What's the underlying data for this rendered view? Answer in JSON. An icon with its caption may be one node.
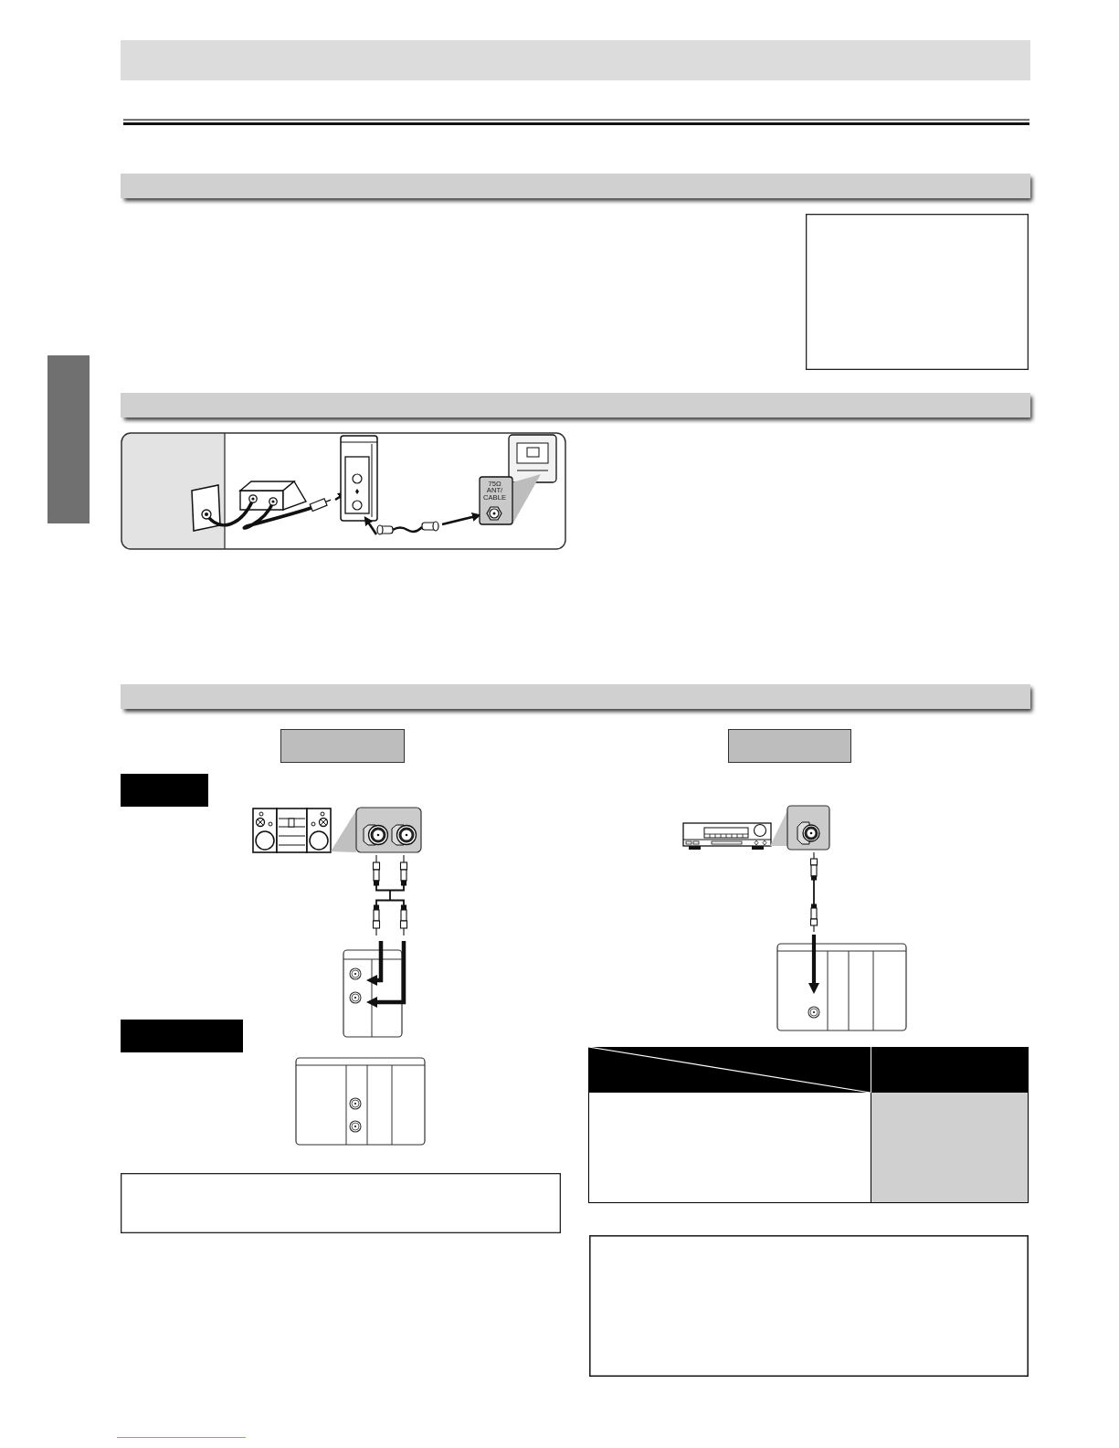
{
  "diagram": {
    "nodes": [
      {
        "text": [],
        "shape": "box"
      },
      {
        "text": [],
        "shape": "box"
      },
      {
        "text": [],
        "shape": "box"
      },
      {
        "text": [],
        "shape": "box"
      },
      {
        "text": [],
        "shape": "box"
      },
      {
        "text": [],
        "shape": "box"
      },
      {
        "text": [],
        "shape": "box"
      },
      {
        "text": [],
        "shape": "box"
      },
      {
        "text": [],
        "shape": "box"
      },
      {
        "text": [],
        "shape": "box"
      },
      {
        "text": [],
        "shape": "box"
      },
      {
        "text": [],
        "shape": "box"
      }
    ],
    "labels": [
      "75Ω ANT/ CABLE"
    ]
  }
}
